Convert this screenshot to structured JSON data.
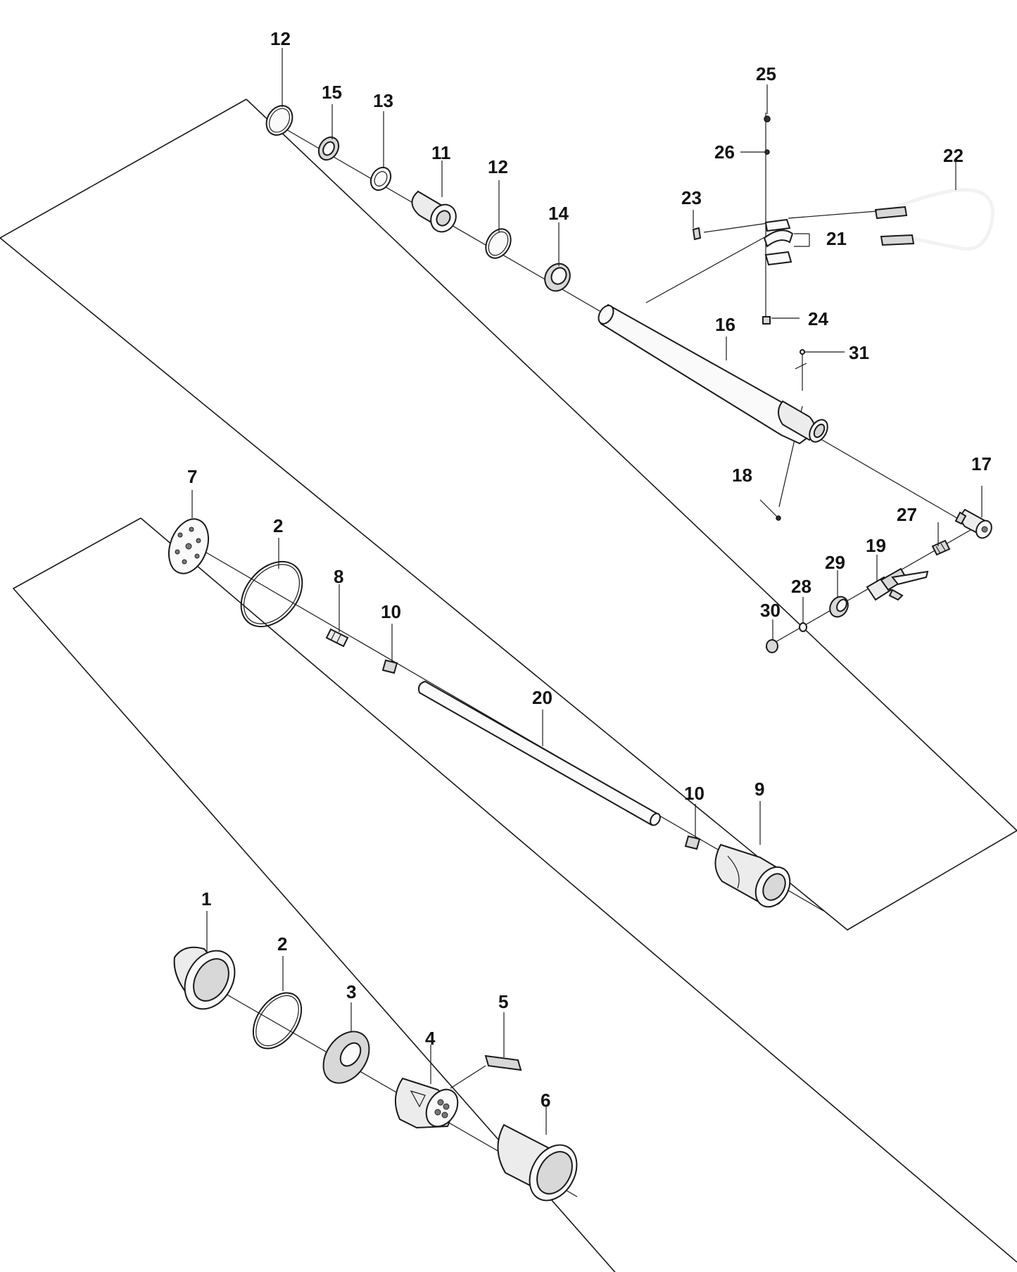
{
  "diagram": {
    "part_numbers": {
      "p1": "1",
      "p2a": "2",
      "p2b": "2",
      "p3": "3",
      "p4": "4",
      "p5": "5",
      "p6": "6",
      "p7": "7",
      "p8": "8",
      "p9": "9",
      "p10a": "10",
      "p10b": "10",
      "p11": "11",
      "p12a": "12",
      "p12b": "12",
      "p13": "13",
      "p14": "14",
      "p15": "15",
      "p16": "16",
      "p17": "17",
      "p18": "18",
      "p19": "19",
      "p20": "20",
      "p21": "21",
      "p22": "22",
      "p23": "23",
      "p24": "24",
      "p25": "25",
      "p26": "26",
      "p27": "27",
      "p28": "28",
      "p29": "29",
      "p30": "30",
      "p31": "31"
    }
  }
}
